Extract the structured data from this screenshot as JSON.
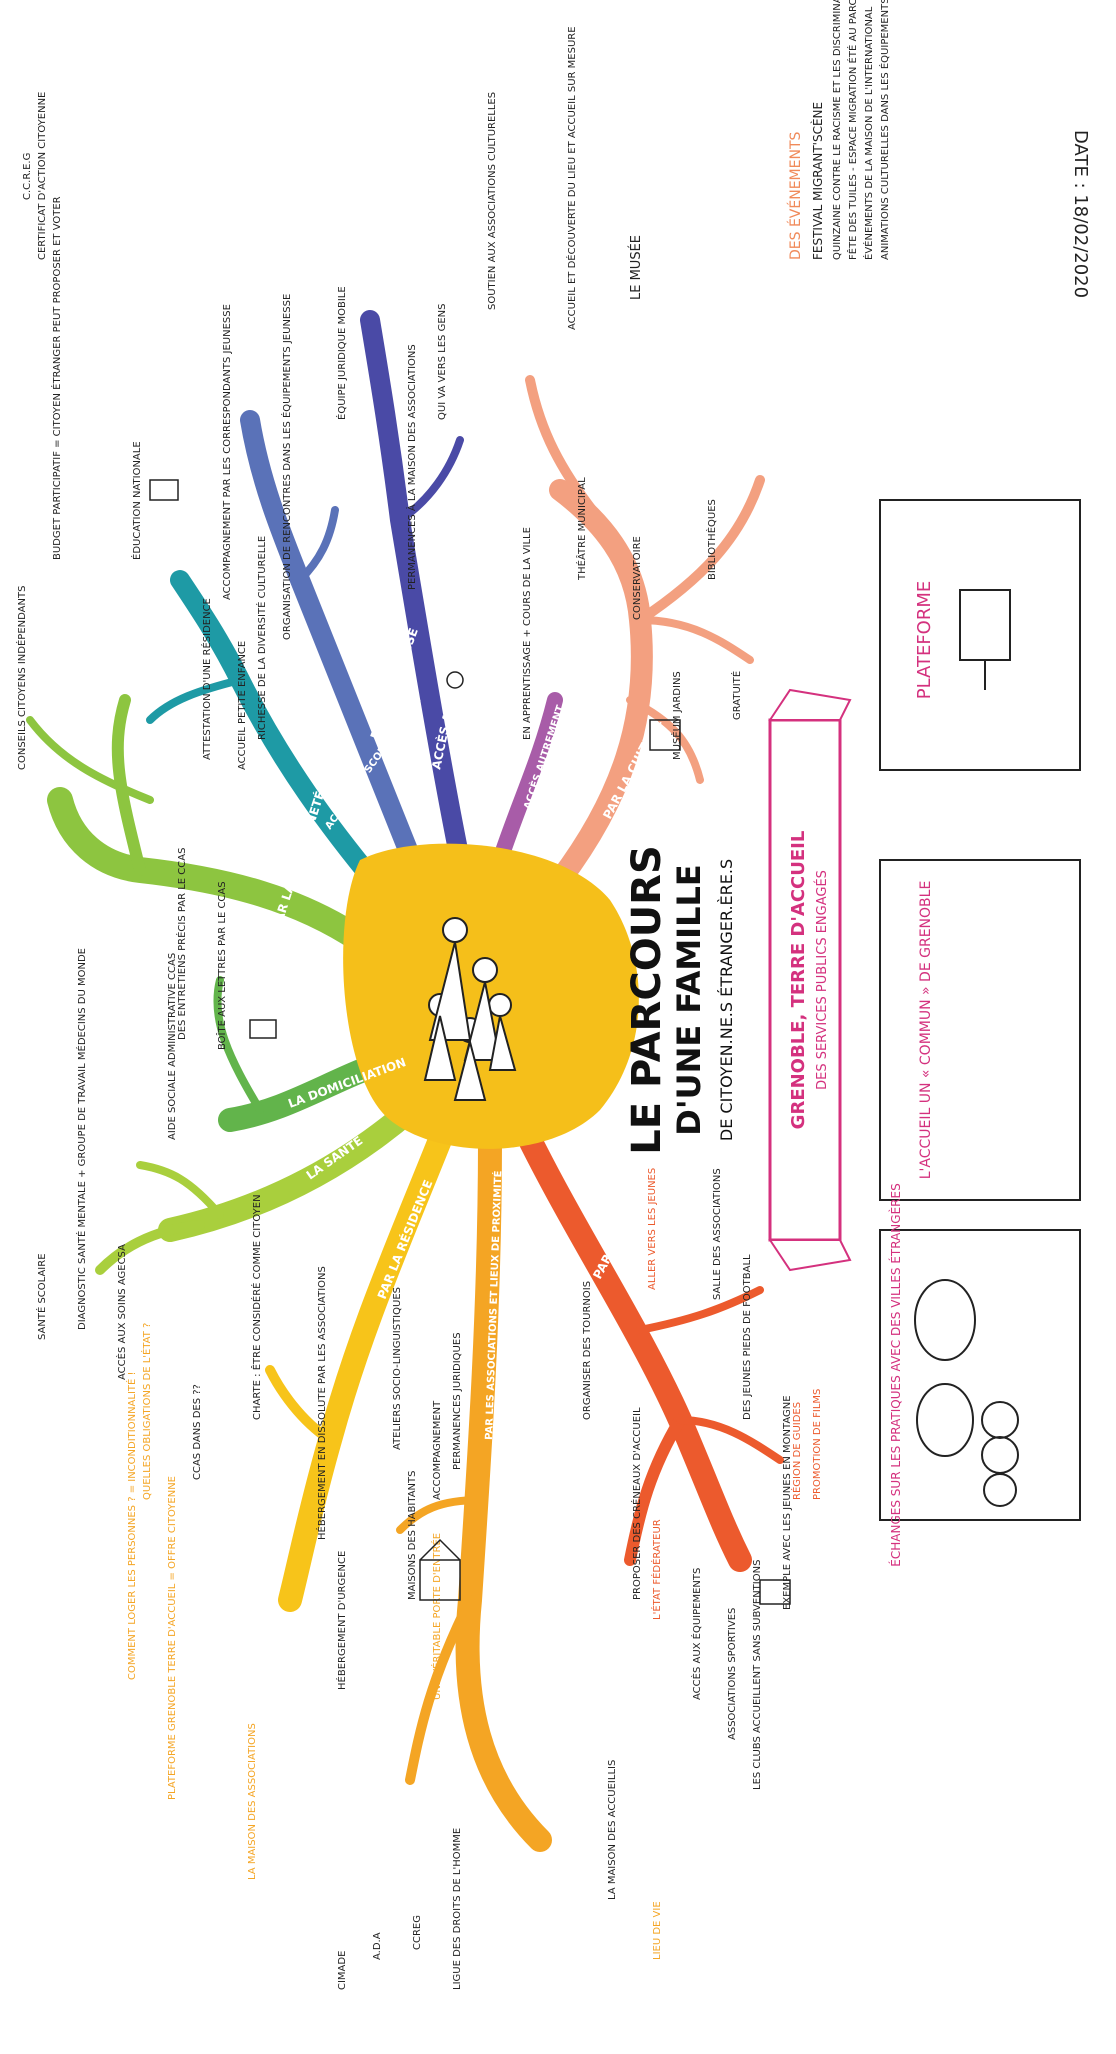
{
  "title": {
    "line1": "LE PARCOURS",
    "line2": "D'UNE FAMILLE",
    "line3": "DE CITOYEN.NE.S ÉTRANGER.ÈRE.S"
  },
  "date": "DATE : 18/02/2020",
  "banner": {
    "title": "GRENOBLE, TERRE D'ACCUEIL",
    "subtitle": "DES SERVICES PUBLICS ENGAGÉS"
  },
  "branches": [
    {
      "id": "citoyennete",
      "label": "PAR LA CITOYENNETÉ",
      "color": "#8dc540"
    },
    {
      "id": "domiciliation",
      "label": "LA DOMICILIATION",
      "color": "#62b44b"
    },
    {
      "id": "sante",
      "label": "LA SANTÉ",
      "color": "#a9cf3d"
    },
    {
      "id": "residence",
      "label": "PAR LA RÉSIDENCE",
      "color": "#f7c41a"
    },
    {
      "id": "associations",
      "label": "PAR LES ASSOCIATIONS ET LIEUX DE PROXIMITÉ",
      "color": "#f4a524"
    },
    {
      "id": "sport",
      "label": "PAR LE SPORT",
      "color": "#ec5a2d"
    },
    {
      "id": "culture",
      "label": "PAR LA CULTURE",
      "color": "#f3a080"
    },
    {
      "id": "autrement",
      "label": "ACCÈS AUTREMENT",
      "color": "#a85ca8"
    },
    {
      "id": "droits",
      "label": "ACCÈS AUX DROITS",
      "color": "#4a4aa6"
    },
    {
      "id": "jeunesse",
      "label": "PAR LA JEUNESSE",
      "color": "#5a72b8"
    },
    {
      "id": "scolarisation",
      "label": "ACCÈS À LA SCOLARISATION",
      "color": "#1e9aa5"
    }
  ],
  "notes": {
    "ccreg_top": "C.C.R.E.G",
    "certificat": "CERTIFICAT D'ACTION CITOYENNE",
    "budget": "BUDGET PARTICIPATIF = CITOYEN ÉTRANGER PEUT PROPOSER ET VOTER",
    "conseils": "CONSEILS CITOYENS INDÉPENDANTS",
    "diagnostic": "DIAGNOSTIC SANTÉ MENTALE + GROUPE DE TRAVAIL MÉDECINS DU MONDE",
    "sante_scolaire": "SANTÉ SCOLAIRE",
    "acces_soins": "ACCÈS AUX SOINS AGECSA",
    "aide_sociale": "AIDE SOCIALE ADMINISTRATIVE CCAS",
    "entretiens": "DES ENTRETIENS PRÉCIS PAR LE CCAS",
    "boite": "BOÎTE AUX LETTRES PAR LE CCAS",
    "attestation": "ATTESTATION D'UNE RÉSIDENCE",
    "education": "ÉDUCATION NATIONALE",
    "richesse": "RICHESSE DE LA DIVERSITÉ CULTURELLE",
    "accueil_entree": "ACCUEIL PETITE ENFANCE",
    "accompagnement": "ACCOMPAGNEMENT PAR LES CORRESPONDANTS JEUNESSE",
    "organisation": "ORGANISATION DE RENCONTRES DANS LES ÉQUIPEMENTS JEUNESSE",
    "permanences": "PERMANENCES À LA MAISON DES ASSOCIATIONS",
    "equipe": "ÉQUIPE JURIDIQUE MOBILE",
    "vers_gens": "QUI VA VERS LES GENS",
    "soutien": "SOUTIEN AUX ASSOCIATIONS CULTURELLES",
    "accueil_musee": "ACCUEIL ET DÉCOUVERTE DU LIEU ET ACCUEIL SUR MESURE",
    "musee": "LE MUSÉE",
    "theatre": "THÉÂTRE MUNICIPAL",
    "conservatoire": "CONSERVATOIRE",
    "bibliotheques": "BIBLIOTHÈQUES",
    "museum": "MUSÉUM JARDINS",
    "gratuite": "GRATUITÉ",
    "apprentissage": "EN APPRENTISSAGE + COURS DE LA VILLE",
    "pendant": "DES ÉVÉNEMENTS",
    "festival": "FESTIVAL MIGRANT'SCÈNE",
    "quinzaine": "QUINZAINE CONTRE LE RACISME ET LES DISCRIMINATIONS",
    "fete": "FÊTE DES TUILES - ESPACE MIGRATION ÉTÉ AU PARC",
    "evenements": "ÉVÉNEMENTS DE LA MAISON DE L'INTERNATIONAL",
    "animations": "ANIMATIONS CULTURELLES DANS LES ÉQUIPEMENTS",
    "plateforme_box": "PLATEFORME",
    "accueil_commun": "L'ACCUEIL UN « COMMUN » DE GRENOBLE",
    "echanges": "ÉCHANGES SUR LES PRATIQUES AVEC DES VILLES ÉTRANGÈRES",
    "charte": "CHARTE : ÊTRE CONSIDÉRÉ COMME CITOYEN",
    "ccas_dans": "CCAS DANS DES ??",
    "obligations": "QUELLES OBLIGATIONS DE L'ÉTAT ?",
    "hebergement": "HÉBERGEMENT EN DISSOLUTE PAR LES ASSOCIATIONS",
    "hebergement_urgence": "HÉBERGEMENT D'URGENCE",
    "plateforme_gta": "PLATEFORME GRENOBLE TERRE D'ACCUEIL = OFFRE CITOYENNE",
    "comment": "COMMENT LOGER LES PERSONNES ? = INCONDITIONNALITÉ !",
    "maisons_habitants": "MAISONS DES HABITANTS",
    "ateliers": "ATELIERS SOCIO-LINGUISTIQUES",
    "accompagnement2": "ACCOMPAGNEMENT",
    "permanences_jur": "PERMANENCES JURIDIQUES",
    "verre": "UNE VÉRITABLE PORTE D'ENTRÉE",
    "maison_assoc": "LA MAISON DES ASSOCIATIONS",
    "maison_accueil": "LA MAISON DES ACCUEILLIS",
    "cimade": "CIMADE",
    "ada": "A.D.A",
    "ccreg": "CCREG",
    "ligue": "LIGUE DES DROITS DE L'HOMME",
    "lieu_vie": "LIEU DE VIE",
    "aller_vers": "ALLER VERS LES JEUNES",
    "salle": "SALLE DES ASSOCIATIONS",
    "organiser": "ORGANISER DES TOURNOIS",
    "cross": "DES JEUNES PIEDS DE FOOTBALL",
    "equipements": "ACCÈS AUX ÉQUIPEMENTS",
    "associations_sportives": "ASSOCIATIONS SPORTIVES",
    "clubs": "LES CLUBS ACCUEILLENT SANS SUBVENTIONS",
    "camarade": "EXEMPLE AVEC LES JEUNES EN MONTAGNE",
    "region": "RÉGION DE GUIDES",
    "promotion": "PROMOTION DE FILMS",
    "proposer": "PROPOSER DES CRÉNEAUX D'ACCUEIL",
    "etat": "L'ÉTAT FÉDÉRATEUR"
  }
}
